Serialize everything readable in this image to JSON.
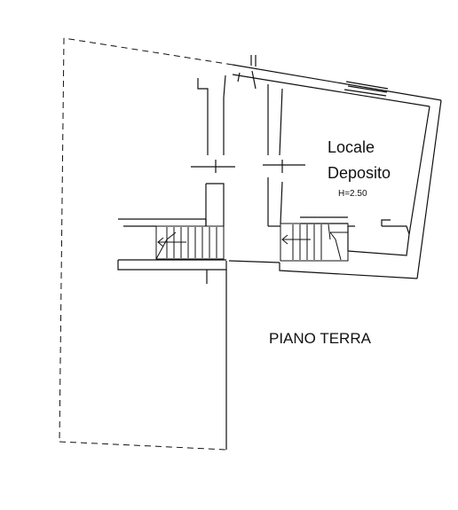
{
  "rooms": [
    {
      "name_line1": "Locale",
      "name_line2": "Deposito",
      "height": "H=2.50"
    }
  ],
  "floor_label": "PIANO TERRA"
}
